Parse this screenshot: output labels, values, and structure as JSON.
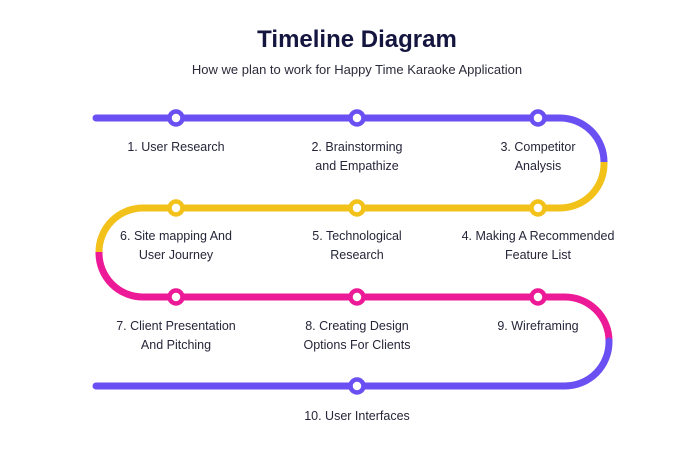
{
  "header": {
    "title": "Timeline Diagram",
    "subtitle": "How we plan to work for Happy Time Karaoke Application"
  },
  "colors": {
    "purple": "#6a4ff2",
    "yellow": "#f2c21b",
    "magenta": "#ec1a97",
    "text": "#26263a",
    "title": "#15163f"
  },
  "steps": [
    {
      "line1": "1. User Research",
      "line2": ""
    },
    {
      "line1": "2. Brainstorming",
      "line2": "and Empathize"
    },
    {
      "line1": "3. Competitor",
      "line2": "Analysis"
    },
    {
      "line1": "4. Making A Recommended",
      "line2": "Feature List"
    },
    {
      "line1": "5. Technological",
      "line2": "Research"
    },
    {
      "line1": "6. Site mapping And",
      "line2": "User Journey"
    },
    {
      "line1": "7. Client Presentation",
      "line2": "And Pitching"
    },
    {
      "line1": "8. Creating Design",
      "line2": "Options For Clients"
    },
    {
      "line1": "9. Wireframing",
      "line2": ""
    },
    {
      "line1": "10. User Interfaces",
      "line2": ""
    }
  ]
}
